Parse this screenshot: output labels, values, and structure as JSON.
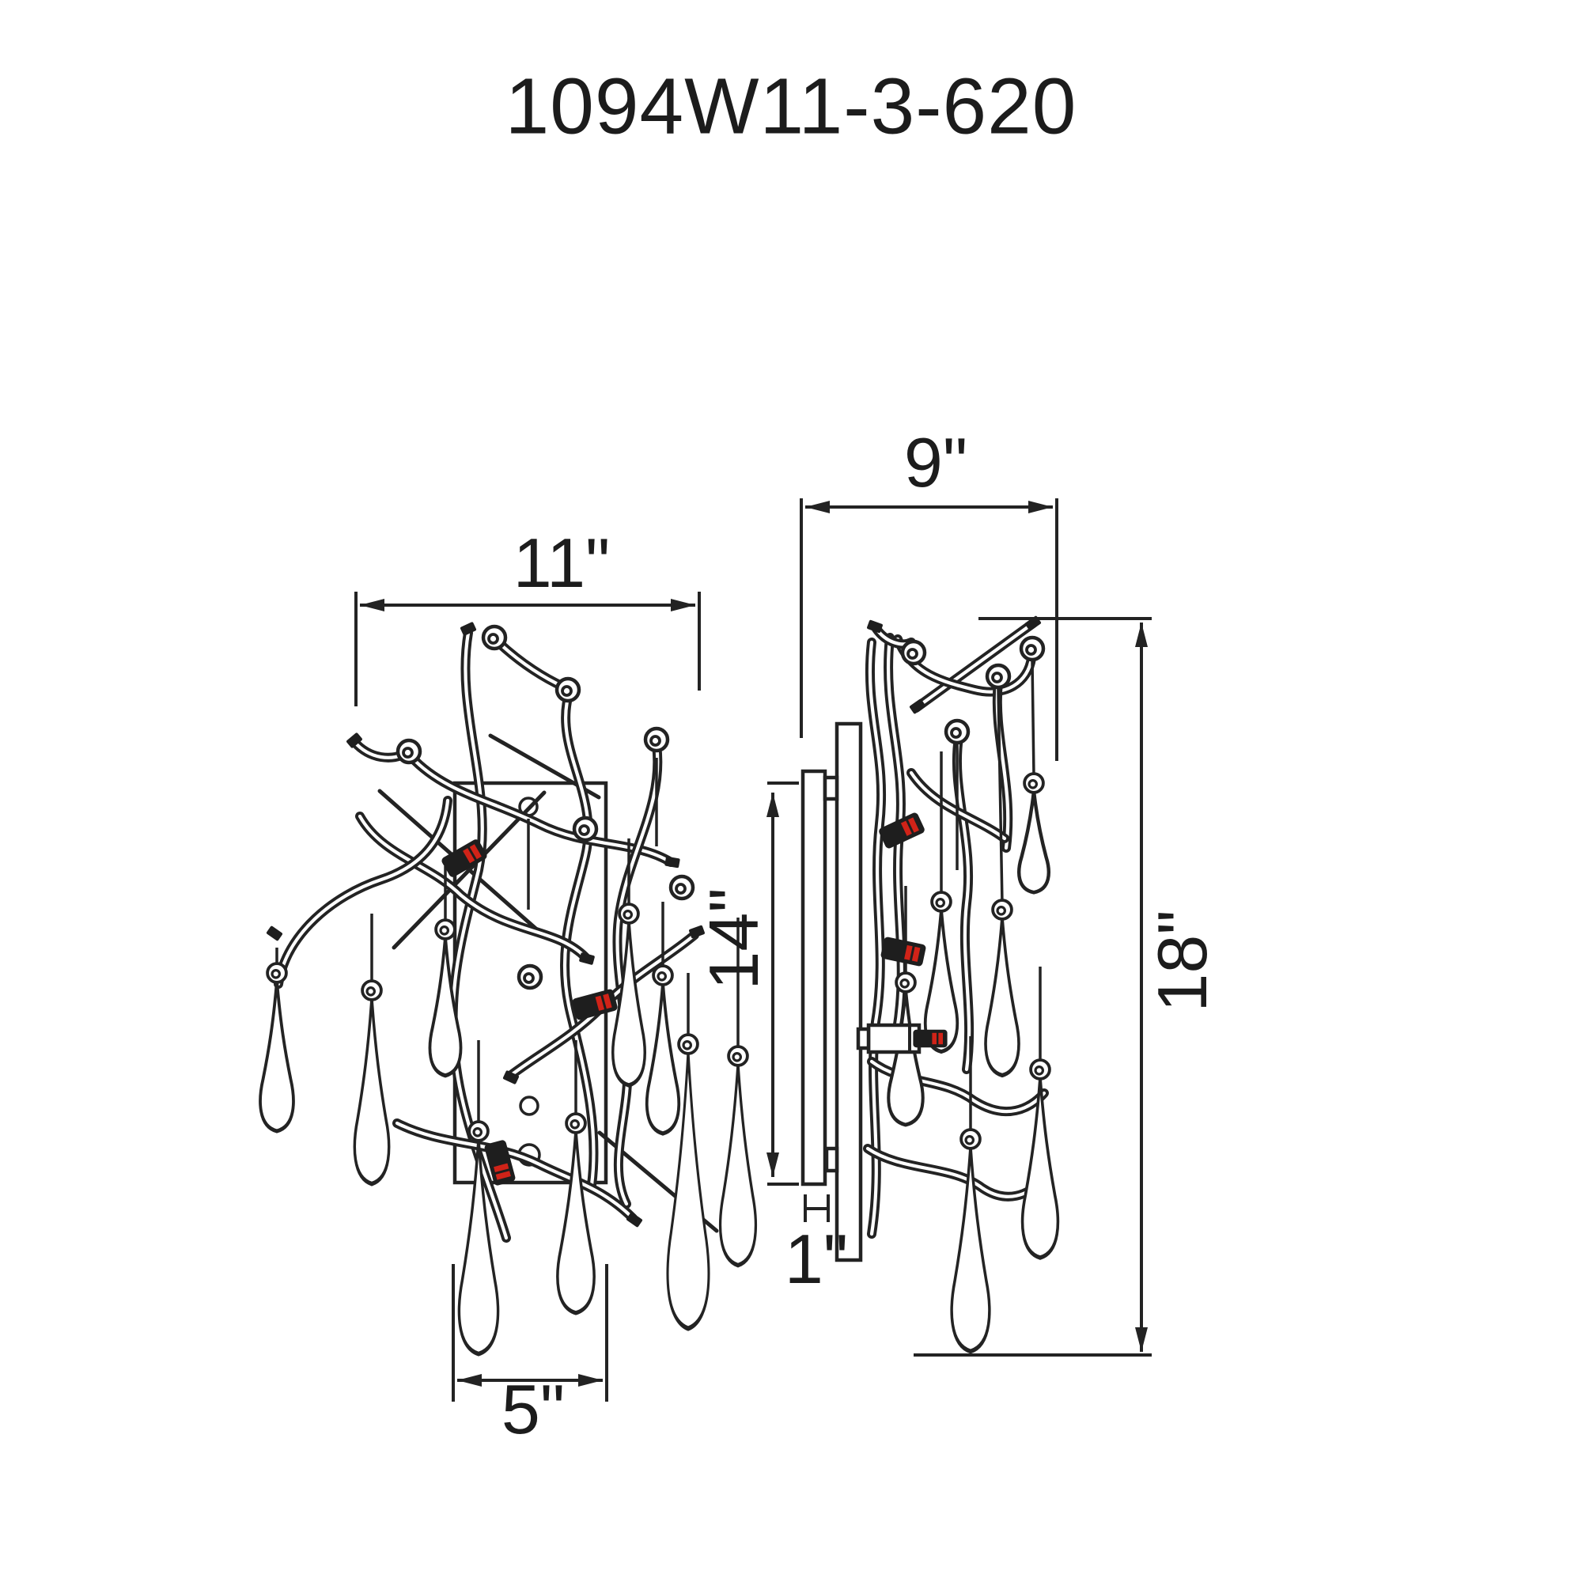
{
  "title": "1094W11-3-620",
  "colors": {
    "line": "#232323",
    "socket_red": "#d02318",
    "text": "#1c1c1c",
    "background": "#ffffff"
  },
  "front_view": {
    "dimensions": {
      "overall_width": "11\"",
      "backplate_width": "5\""
    }
  },
  "side_view": {
    "dimensions": {
      "overall_depth": "9\"",
      "overall_height": "18\"",
      "backplate_height": "14\"",
      "backplate_depth": "1\""
    }
  }
}
